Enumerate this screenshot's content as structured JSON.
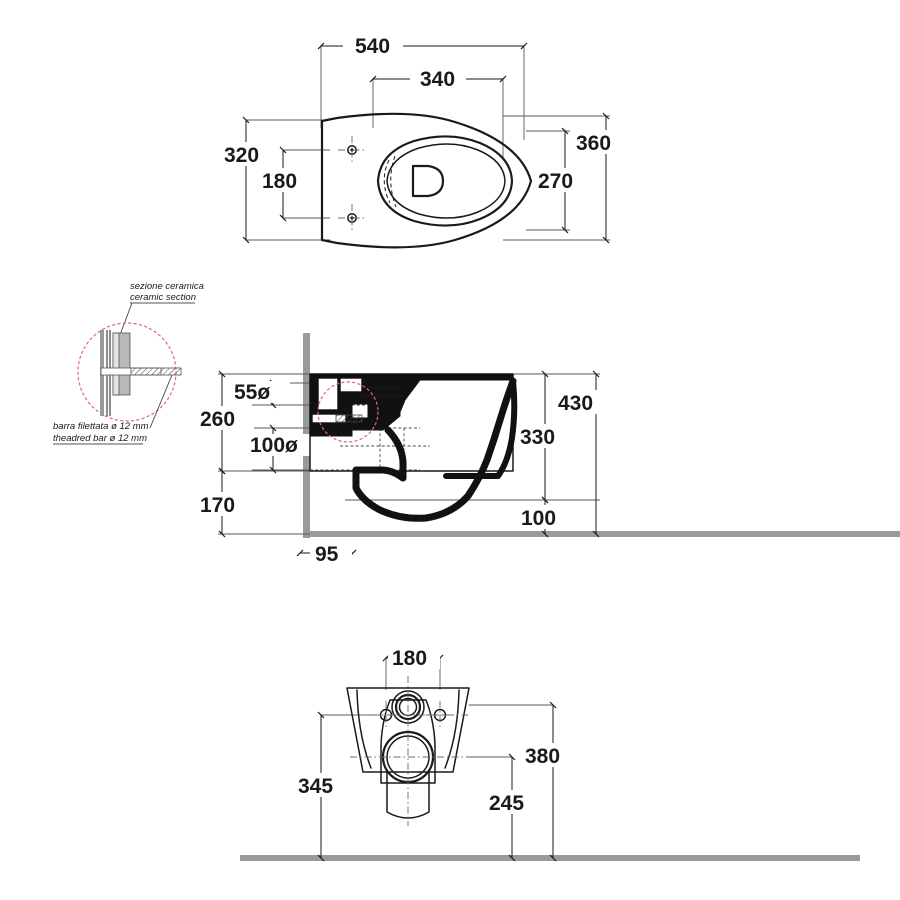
{
  "document": {
    "type": "technical-drawing",
    "subject": "Wall-hung toilet (WC sospeso) dimensional drawing",
    "units": "mm",
    "background_color": "#ffffff",
    "line_color": "#1a1a1a",
    "detail_circle_color": "#e8637c",
    "wall_color": "#9a9a9a"
  },
  "views": {
    "top": {
      "name": "Top view / Vista dall'alto",
      "dimensions": {
        "overall_length": "540",
        "inner_length": "340",
        "overall_width": "360",
        "bowl_width": "270",
        "bolt_offset_width": "320",
        "bolt_spacing": "180"
      }
    },
    "side": {
      "name": "Side section view / Sezione laterale",
      "dimensions": {
        "inlet_diameter": "55ø",
        "outlet_diameter": "100ø",
        "wall_height_to_outlet": "260",
        "floor_to_outlet": "170",
        "wall_thickness": "95",
        "overall_projection": "430",
        "bowl_projection": "330",
        "rim_projection": "100"
      }
    },
    "rear": {
      "name": "Rear view / Vista posteriore",
      "dimensions": {
        "bolt_spacing": "180",
        "height_left": "345",
        "height_right": "380",
        "outlet_height": "245"
      }
    }
  },
  "detail_callout": {
    "title_it": "sezione ceramica",
    "title_en": "ceramic section",
    "note_it": "barra filettata ø 12 mm",
    "note_en": "theadred bar ø 12 mm"
  }
}
